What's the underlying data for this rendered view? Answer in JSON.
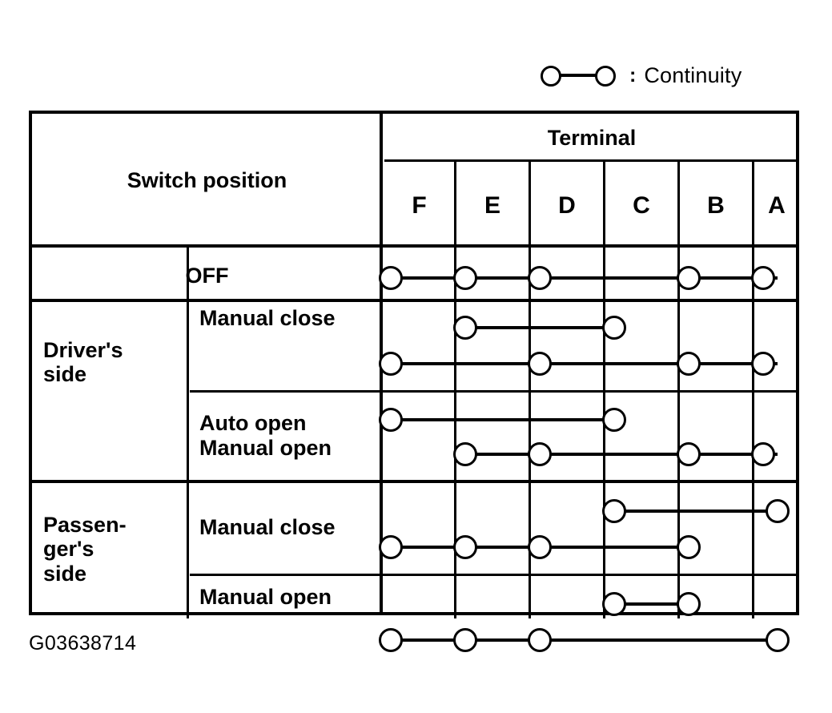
{
  "legend": {
    "symbol_name": "continuity-symbol",
    "colon": ":",
    "label": "Continuity"
  },
  "caption": "G03638714",
  "colors": {
    "ink": "#000000",
    "background": "#ffffff"
  },
  "table": {
    "headers": {
      "switch_position": "Switch position",
      "terminal": "Terminal"
    },
    "terminals": [
      "F",
      "E",
      "D",
      "C",
      "B",
      "A"
    ],
    "rows": [
      {
        "side": "",
        "mode": "OFF",
        "mode_align": "center",
        "connections": [
          {
            "line": "single",
            "nodes": [
              "F",
              "E",
              "D",
              "B",
              "A"
            ],
            "span": [
              "F",
              "A"
            ]
          }
        ]
      },
      {
        "side": "Driver's\nside",
        "mode": "Manual close",
        "mode_align": "left",
        "connections": [
          {
            "line": "upper",
            "nodes": [
              "E",
              "C"
            ],
            "span": [
              "E",
              "C"
            ]
          },
          {
            "line": "lower",
            "nodes": [
              "F",
              "D",
              "B",
              "A"
            ],
            "span": [
              "F",
              "A"
            ]
          }
        ]
      },
      {
        "side": "",
        "mode": "Auto open\nManual open",
        "mode_align": "left",
        "connections": [
          {
            "line": "upper",
            "nodes": [
              "F",
              "C"
            ],
            "span": [
              "F",
              "C"
            ]
          },
          {
            "line": "lower",
            "nodes": [
              "E",
              "D",
              "B",
              "A"
            ],
            "span": [
              "E",
              "A"
            ]
          }
        ]
      },
      {
        "side": "Passen-\nger's\nside",
        "mode": "Manual close",
        "mode_align": "left",
        "connections": [
          {
            "line": "upper",
            "nodes": [
              "C",
              "A"
            ],
            "span": [
              "C",
              "A"
            ]
          },
          {
            "line": "lower",
            "nodes": [
              "F",
              "E",
              "D",
              "B"
            ],
            "span": [
              "F",
              "B"
            ]
          }
        ]
      },
      {
        "side": "",
        "mode": "Manual open",
        "mode_align": "left",
        "connections": [
          {
            "line": "upper",
            "nodes": [
              "C",
              "B"
            ],
            "span": [
              "C",
              "B"
            ]
          },
          {
            "line": "lower",
            "nodes": [
              "F",
              "E",
              "D",
              "A"
            ],
            "span": [
              "F",
              "A"
            ]
          }
        ]
      }
    ],
    "side_groups": [
      {
        "label": "Driver's\nside",
        "rows": [
          "Manual close",
          "Auto open\nManual open"
        ]
      },
      {
        "label": "Passen-\nger's\nside",
        "rows": [
          "Manual close",
          "Manual open"
        ]
      }
    ]
  }
}
